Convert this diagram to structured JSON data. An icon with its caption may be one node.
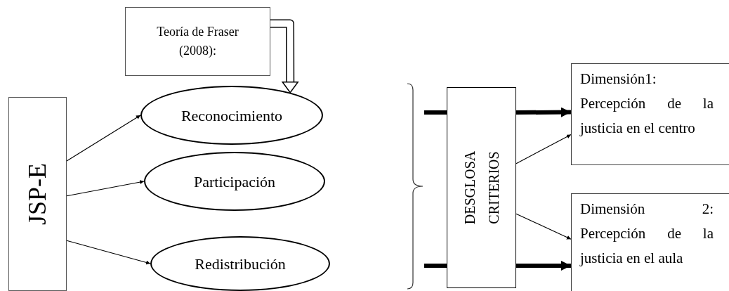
{
  "diagram": {
    "nodes": [
      {
        "text": [
          "Teoría de Fraser (2008):"
        ]
      },
      {
        "text": [
          "JSP-E"
        ]
      },
      {
        "text": [
          "Reconocimiento"
        ]
      },
      {
        "text": [
          "Participación"
        ]
      },
      {
        "text": [
          "Redistribución"
        ]
      },
      {
        "text": [
          "DESGLOSA CRITERIOS"
        ]
      },
      {
        "text": [
          "Dimensión1: Percepción de la justicia en el centro"
        ]
      },
      {
        "text": [
          "Dimensión 2: Percepción de la justicia en el aula"
        ]
      },
      {
        "text": [],
        "shape": "brace"
      }
    ],
    "edges": [
      {
        "from": 0,
        "to": 2,
        "arrow": "to",
        "style": "thick"
      },
      {
        "from": 1,
        "to": 2,
        "arrow": "to"
      },
      {
        "from": 1,
        "to": 3,
        "arrow": "to"
      },
      {
        "from": 1,
        "to": 4,
        "arrow": "to"
      },
      {
        "from": 8,
        "to": 5,
        "arrow": "none",
        "style": "thick"
      },
      {
        "from": 8,
        "to": 5,
        "arrow": "none",
        "style": "thick"
      },
      {
        "from": 5,
        "to": 6,
        "arrow": "to",
        "style": "thick"
      },
      {
        "from": 5,
        "to": 7,
        "arrow": "to",
        "style": "thick"
      },
      {
        "from": 5,
        "to": 6,
        "arrow": "to"
      },
      {
        "from": 5,
        "to": 7,
        "arrow": "to"
      }
    ]
  }
}
